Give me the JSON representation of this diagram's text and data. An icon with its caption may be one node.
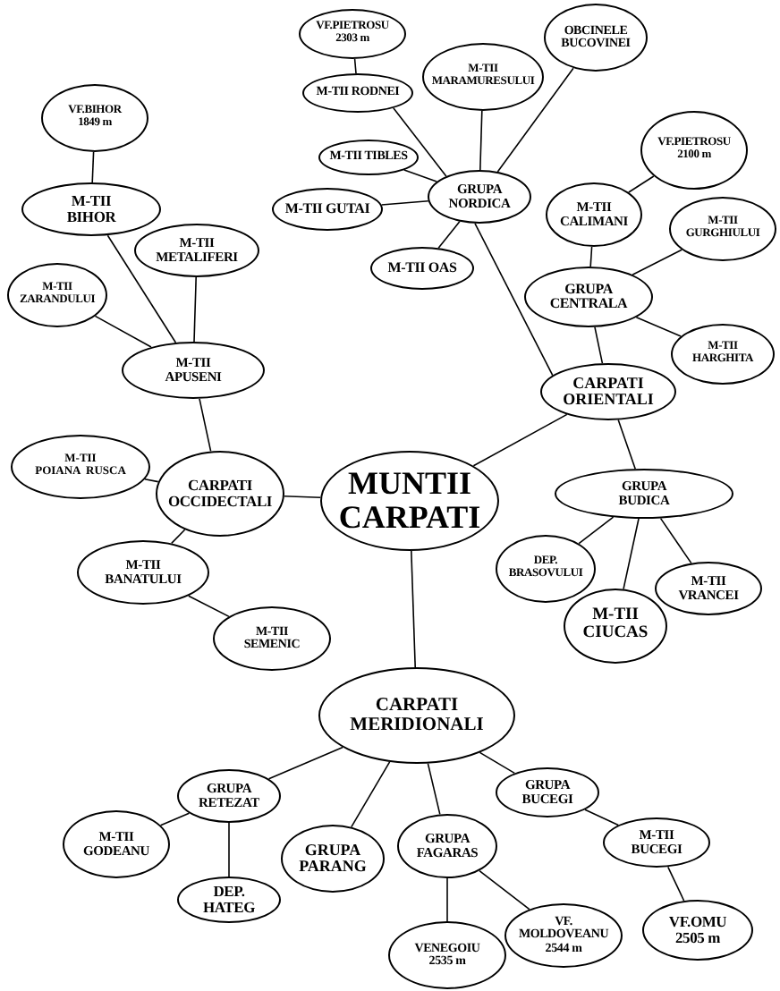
{
  "diagram": {
    "nodes": [
      {
        "text": [
          "VF.PIETROSU 2303 m"
        ]
      },
      {
        "text": [
          "OBCINELE BUCOVINEI"
        ]
      },
      {
        "text": [
          "M-TII MARAMURESULUI"
        ]
      },
      {
        "text": [
          "M-TII RODNEI"
        ]
      },
      {
        "text": [
          "VF.BIHOR 1849 m"
        ]
      },
      {
        "text": [
          "VF.PIETROSU 2100 m"
        ]
      },
      {
        "text": [
          "M-TII TIBLES"
        ]
      },
      {
        "text": [
          "GRUPA NORDICA"
        ]
      },
      {
        "text": [
          "M-TII GUTAI"
        ]
      },
      {
        "text": [
          "M-TII BIHOR"
        ]
      },
      {
        "text": [
          "M-TII CALIMANI"
        ]
      },
      {
        "text": [
          "M-TII GURGHIULUI"
        ]
      },
      {
        "text": [
          "M-TII METALIFERI"
        ]
      },
      {
        "text": [
          "M-TII OAS"
        ]
      },
      {
        "text": [
          "M-TII ZARANDULUI"
        ]
      },
      {
        "text": [
          "GRUPA CENTRALA"
        ]
      },
      {
        "text": [
          "M-TII HARGHITA"
        ]
      },
      {
        "text": [
          "M-TII APUSENI"
        ]
      },
      {
        "text": [
          "CARPATI ORIENTALI"
        ]
      },
      {
        "text": [
          "M-TII POIANA RUSCA"
        ]
      },
      {
        "text": [
          "CARPATI OCCIDECTALI"
        ]
      },
      {
        "text": [
          "MUNTII CARPATI"
        ]
      },
      {
        "text": [
          "GRUPA BUDICA"
        ]
      },
      {
        "text": [
          "DEP. BRASOVULUI"
        ]
      },
      {
        "text": [
          "M-TII BANATULUI"
        ]
      },
      {
        "text": [
          "M-TII VRANCEI"
        ]
      },
      {
        "text": [
          "M-TII CIUCAS"
        ]
      },
      {
        "text": [
          "M-TII SEMENIC"
        ]
      },
      {
        "text": [
          "CARPATI MERIDIONALI"
        ]
      },
      {
        "text": [
          "GRUPA BUCEGI"
        ]
      },
      {
        "text": [
          "GRUPA RETEZAT"
        ]
      },
      {
        "text": [
          "M-TII BUCEGI"
        ]
      },
      {
        "text": [
          "M-TII GODEANU"
        ]
      },
      {
        "text": [
          "GRUPA FAGARAS"
        ]
      },
      {
        "text": [
          "GRUPA PARANG"
        ]
      },
      {
        "text": [
          "DEP. HATEG"
        ]
      },
      {
        "text": [
          "VF.OMU 2505 m"
        ]
      },
      {
        "text": [
          "VF. MOLDOVEANU 2544 m"
        ]
      },
      {
        "text": [
          "VENEGOIU 2535 m"
        ]
      }
    ],
    "edges": [
      {
        "from": 0,
        "to": 3,
        "arrow": "none"
      },
      {
        "from": 3,
        "to": 7,
        "arrow": "none"
      },
      {
        "from": 2,
        "to": 7,
        "arrow": "none"
      },
      {
        "from": 1,
        "to": 7,
        "arrow": "none"
      },
      {
        "from": 6,
        "to": 7,
        "arrow": "none"
      },
      {
        "from": 8,
        "to": 7,
        "arrow": "none"
      },
      {
        "from": 13,
        "to": 7,
        "arrow": "none"
      },
      {
        "from": 7,
        "to": 18,
        "arrow": "none"
      },
      {
        "from": 5,
        "to": 10,
        "arrow": "none"
      },
      {
        "from": 10,
        "to": 15,
        "arrow": "none"
      },
      {
        "from": 11,
        "to": 15,
        "arrow": "none"
      },
      {
        "from": 15,
        "to": 16,
        "arrow": "none"
      },
      {
        "from": 15,
        "to": 18,
        "arrow": "none"
      },
      {
        "from": 18,
        "to": 21,
        "arrow": "none"
      },
      {
        "from": 18,
        "to": 22,
        "arrow": "none"
      },
      {
        "from": 22,
        "to": 23,
        "arrow": "none"
      },
      {
        "from": 22,
        "to": 26,
        "arrow": "none"
      },
      {
        "from": 22,
        "to": 25,
        "arrow": "none"
      },
      {
        "from": 4,
        "to": 9,
        "arrow": "none"
      },
      {
        "from": 9,
        "to": 17,
        "arrow": "none"
      },
      {
        "from": 12,
        "to": 17,
        "arrow": "none"
      },
      {
        "from": 14,
        "to": 17,
        "arrow": "none"
      },
      {
        "from": 17,
        "to": 20,
        "arrow": "none"
      },
      {
        "from": 19,
        "to": 20,
        "arrow": "none"
      },
      {
        "from": 20,
        "to": 21,
        "arrow": "none"
      },
      {
        "from": 20,
        "to": 24,
        "arrow": "none"
      },
      {
        "from": 24,
        "to": 27,
        "arrow": "none"
      },
      {
        "from": 21,
        "to": 28,
        "arrow": "none"
      },
      {
        "from": 28,
        "to": 30,
        "arrow": "none"
      },
      {
        "from": 28,
        "to": 34,
        "arrow": "none"
      },
      {
        "from": 28,
        "to": 33,
        "arrow": "none"
      },
      {
        "from": 28,
        "to": 29,
        "arrow": "none"
      },
      {
        "from": 30,
        "to": 32,
        "arrow": "none"
      },
      {
        "from": 30,
        "to": 35,
        "arrow": "none"
      },
      {
        "from": 33,
        "to": 38,
        "arrow": "none"
      },
      {
        "from": 33,
        "to": 37,
        "arrow": "none"
      },
      {
        "from": 29,
        "to": 31,
        "arrow": "none"
      },
      {
        "from": 31,
        "to": 36,
        "arrow": "none"
      }
    ]
  }
}
